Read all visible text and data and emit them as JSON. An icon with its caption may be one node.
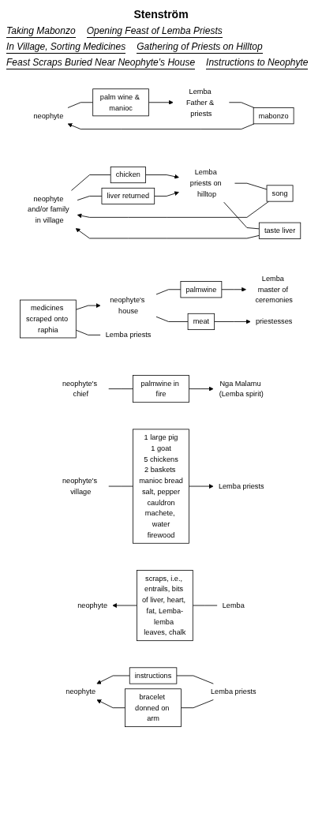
{
  "diagram": {
    "title": "Stenström",
    "nodes": [
      {
        "text": [
          "neophyte"
        ]
      },
      {
        "text": [
          "palm wine & manioc"
        ]
      },
      {
        "text": [
          "mabonzo"
        ]
      },
      {
        "text": [
          "Lemba Father & priests"
        ]
      },
      {
        "text": [
          "neophyte and/or family in village"
        ]
      },
      {
        "text": [
          "chicken"
        ]
      },
      {
        "text": [
          "song"
        ]
      },
      {
        "text": [
          "taste liver"
        ]
      },
      {
        "text": [
          "liver returned"
        ]
      },
      {
        "text": [
          "Lemba priests on hilltop"
        ]
      },
      {
        "text": [
          "neophyte's house"
        ]
      },
      {
        "text": [
          "palmwine"
        ]
      },
      {
        "text": [
          "Lemba master of ceremonies"
        ]
      },
      {
        "text": [
          "medicines scraped onto raphia"
        ]
      },
      {
        "text": [
          "Lemba priests"
        ]
      },
      {
        "text": [
          "meat"
        ]
      },
      {
        "text": [
          "priestesses"
        ]
      },
      {
        "text": [
          "neophyte's chief"
        ]
      },
      {
        "text": [
          "palmwine in fire"
        ]
      },
      {
        "text": [
          "Nga Malamu (Lemba spirit)"
        ]
      },
      {
        "text": [
          "neophyte's village"
        ]
      },
      {
        "text": [
          "1 large pig",
          "1 goat",
          "5 chickens",
          "2 baskets manioc bread",
          "salt, pepper",
          "cauldron",
          "machete, water",
          "firewood"
        ]
      },
      {
        "text": [
          "Lemba priests"
        ]
      },
      {
        "text": [
          "neophyte"
        ]
      },
      {
        "text": [
          "scraps, i.e., entrails, bits of liver, heart, fat, Lemba-lemba leaves, chalk"
        ]
      },
      {
        "text": [
          "Lemba"
        ]
      },
      {
        "text": [
          "neophyte"
        ]
      },
      {
        "text": [
          "instructions"
        ]
      },
      {
        "text": [
          "bracelet donned on arm"
        ]
      },
      {
        "text": [
          "Lemba priests"
        ]
      }
    ],
    "edges": [
      {
        "from": 0,
        "to": 1,
        "arrow": "none"
      },
      {
        "from": 1,
        "to": 3,
        "arrow": "to"
      },
      {
        "from": 3,
        "to": 2,
        "arrow": "none"
      },
      {
        "from": 2,
        "to": 0,
        "arrow": "to"
      },
      {
        "from": 4,
        "to": 5,
        "arrow": "none"
      },
      {
        "from": 5,
        "to": 9,
        "arrow": "to"
      },
      {
        "from": 9,
        "to": 6,
        "arrow": "none"
      },
      {
        "from": 6,
        "to": 4,
        "arrow": "to"
      },
      {
        "from": 9,
        "to": 7,
        "arrow": "none"
      },
      {
        "from": 7,
        "to": 4,
        "arrow": "to"
      },
      {
        "from": 4,
        "to": 8,
        "arrow": "none"
      },
      {
        "from": 8,
        "to": 9,
        "arrow": "to"
      },
      {
        "from": 10,
        "to": 11,
        "arrow": "none"
      },
      {
        "from": 11,
        "to": 12,
        "arrow": "to"
      },
      {
        "from": 13,
        "to": 14,
        "arrow": "none"
      },
      {
        "from": 13,
        "to": 10,
        "arrow": "to"
      },
      {
        "from": 10,
        "to": 15,
        "arrow": "none"
      },
      {
        "from": 15,
        "to": 16,
        "arrow": "to"
      },
      {
        "from": 17,
        "to": 18,
        "arrow": "none"
      },
      {
        "from": 18,
        "to": 19,
        "arrow": "to"
      },
      {
        "from": 20,
        "to": 21,
        "arrow": "none"
      },
      {
        "from": 21,
        "to": 22,
        "arrow": "to"
      },
      {
        "from": 25,
        "to": 24,
        "arrow": "none"
      },
      {
        "from": 24,
        "to": 23,
        "arrow": "to"
      },
      {
        "from": 29,
        "to": 27,
        "arrow": "none"
      },
      {
        "from": 27,
        "to": 26,
        "arrow": "to"
      },
      {
        "from": 29,
        "to": 28,
        "arrow": "none"
      },
      {
        "from": 28,
        "to": 26,
        "arrow": "to"
      }
    ],
    "labels": [
      "Taking Mabonzo",
      "Opening Feast of Lemba Priests",
      "In Village, Sorting Medicines",
      "Gathering of Priests on Hilltop",
      "Feast Scraps Buried Near Neophyte's House",
      "Instructions to Neophyte"
    ]
  }
}
